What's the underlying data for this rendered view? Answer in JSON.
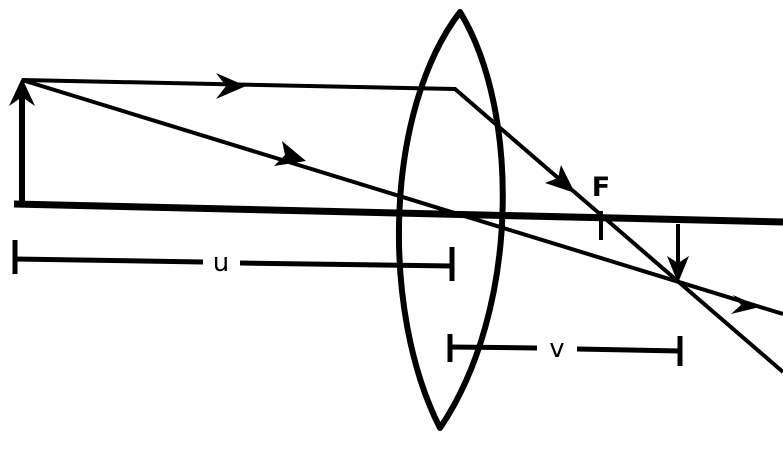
{
  "labels": {
    "object_distance": "u",
    "image_distance": "v",
    "focal_point": "F"
  },
  "colors": {
    "ink": "#000000",
    "background": "#ffffff"
  }
}
